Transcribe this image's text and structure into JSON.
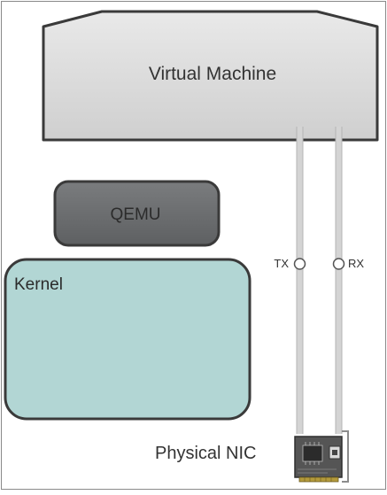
{
  "diagram": {
    "vm_label": "Virtual Machine",
    "qemu_label": "QEMU",
    "kernel_label": "Kernel",
    "tx_label": "TX",
    "rx_label": "RX",
    "nic_label": "Physical NIC"
  },
  "colors": {
    "border": "#3a3a3a",
    "vm_fill": "#d9d9d9",
    "qemu_fill": "#6b6d6f",
    "kernel_fill": "#b2d6d4",
    "pipe": "#c6c6c6",
    "text": "#333333",
    "nic_board": "#4a4a4a"
  },
  "icons": {
    "nic": "network-card-icon"
  }
}
